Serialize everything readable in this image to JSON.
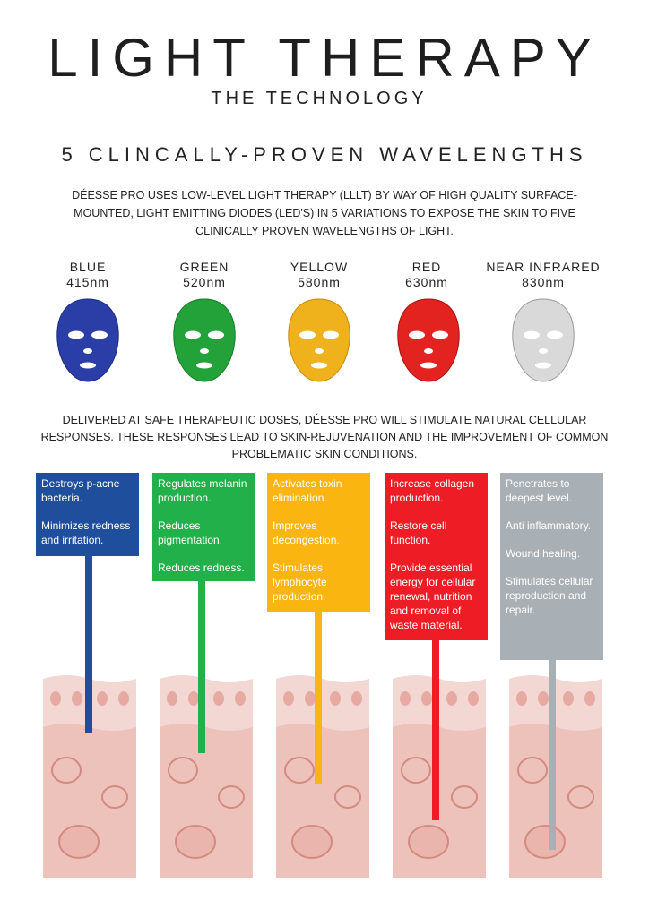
{
  "header": {
    "title": "LIGHT THERAPY",
    "subtitle": "THE TECHNOLOGY"
  },
  "section": {
    "heading": "5 CLINCALLY-PROVEN WAVELENGTHS",
    "intro": "DÉESSE PRO USES LOW-LEVEL LIGHT THERAPY (LLLT) BY WAY OF HIGH QUALITY SURFACE-MOUNTED, LIGHT EMITTING DIODES (LED'S) IN 5 VARIATIONS TO EXPOSE THE SKIN TO FIVE CLINICALLY PROVEN WAVELENGTHS OF LIGHT."
  },
  "wavelengths": [
    {
      "name": "BLUE",
      "nm": "415nm",
      "color": "#2b3ea8"
    },
    {
      "name": "GREEN",
      "nm": "520nm",
      "color": "#23a23a"
    },
    {
      "name": "YELLOW",
      "nm": "580nm",
      "color": "#f0b21c"
    },
    {
      "name": "RED",
      "nm": "630nm",
      "color": "#e2231f"
    },
    {
      "name": "NEAR INFRARED",
      "nm": "830nm",
      "color": "#d9d9d9"
    }
  ],
  "delivered": "DELIVERED AT SAFE THERAPEUTIC DOSES, DÉESSE PRO WILL STIMULATE NATURAL CELLULAR RESPONSES. THESE RESPONSES LEAD TO SKIN-REJUVENATION AND THE IMPROVEMENT OF COMMON PROBLEMATIC SKIN CONDITIONS.",
  "benefits": [
    {
      "color": "#1f4e9c",
      "items": [
        "Destroys p-acne bacteria.",
        "Minimizes redness and irritation."
      ]
    },
    {
      "color": "#22b04b",
      "items": [
        "Regulates melanin production.",
        "Reduces pigmentation.",
        "Reduces redness."
      ]
    },
    {
      "color": "#fbb510",
      "items": [
        "Activates toxin elimination.",
        "Improves decongestion.",
        "Stimulates lymphocyte production."
      ]
    },
    {
      "color": "#ee1c25",
      "items": [
        "Increase collagen production.",
        "Restore cell function.",
        "Provide essential energy for cellular renewal, nutrition and removal of waste material."
      ]
    },
    {
      "color": "#a9b0b5",
      "items": [
        "Penetrates to deepest level.",
        "Anti inflammatory.",
        "Wound healing.",
        "Stimulates cellular reproduction and repair."
      ]
    }
  ],
  "penetration_depth": [
    0.25,
    0.35,
    0.5,
    0.68,
    0.82
  ]
}
